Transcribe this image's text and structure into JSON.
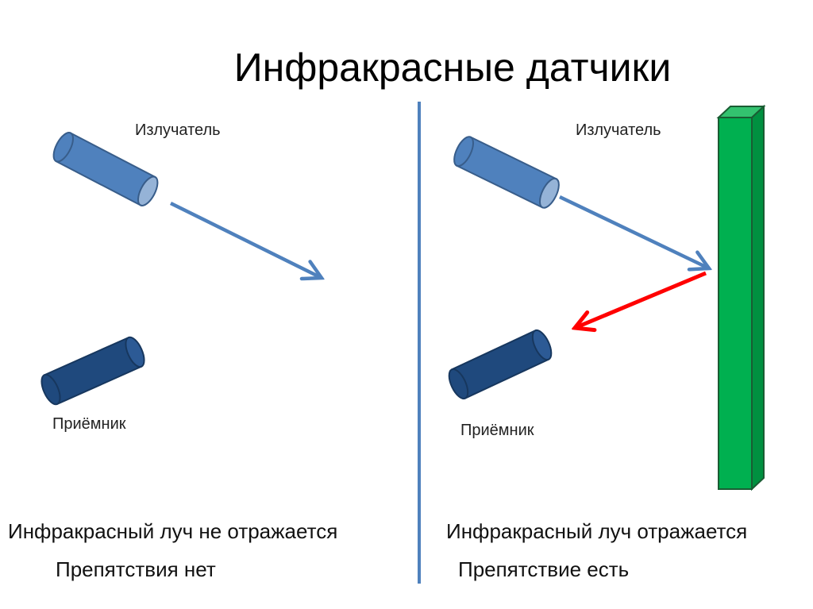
{
  "slide": {
    "title": "Инфракрасные датчики"
  },
  "left_panel": {
    "emitter_label": "Излучатель",
    "receiver_label": "Приёмник",
    "beam_caption": "Инфракрасный луч не отражается",
    "obstacle_caption": "Препятствия нет"
  },
  "right_panel": {
    "emitter_label": "Излучатель",
    "receiver_label": "Приёмник",
    "beam_caption": "Инфракрасный луч отражается",
    "obstacle_caption": "Препятствие есть"
  },
  "colors": {
    "emitter_fill": "#4f81bd",
    "emitter_stroke": "#385d8a",
    "receiver_fill": "#1f497d",
    "receiver_stroke": "#17375e",
    "beam": "#4f81bd",
    "reflected_beam": "#ff0000",
    "obstacle_front": "#00b050",
    "obstacle_side": "#009040",
    "divider": "#4f81bd"
  }
}
